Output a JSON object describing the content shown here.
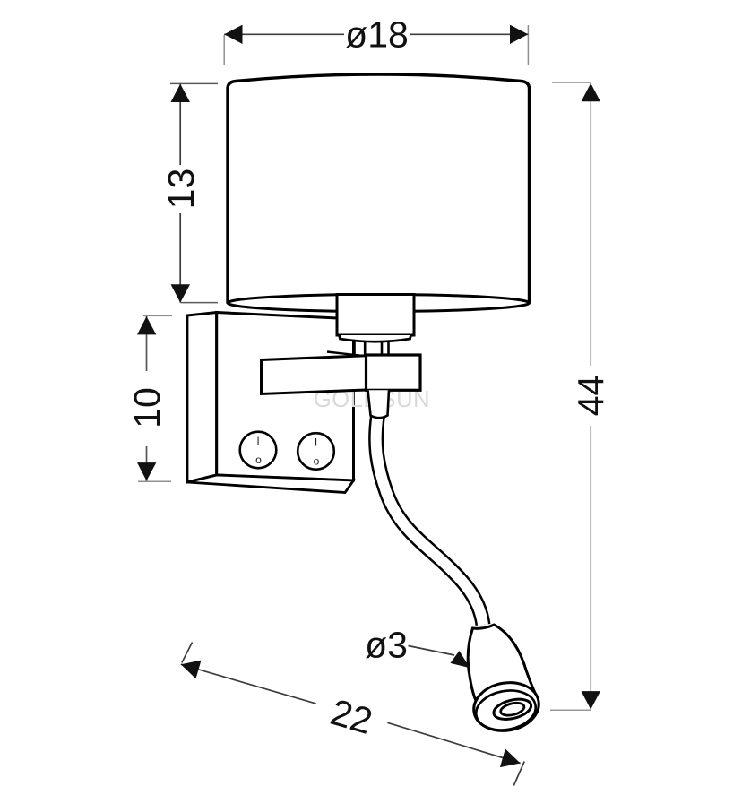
{
  "drawing": {
    "title": "wall-lamp-technical-drawing",
    "watermark": "GOLDSUN",
    "dimensions": {
      "shade_diameter": "ø18",
      "shade_height": "13",
      "bracket_height": "10",
      "total_height": "44",
      "reach": "22",
      "led_diameter": "ø3"
    },
    "switch_markings": {
      "on": "I",
      "off": "o"
    },
    "colors": {
      "outline": "#000000",
      "dimension_line": "#3d3d3d",
      "extension_tick": "#8f8f8f",
      "watermark": "#d9d9d9",
      "background": "#ffffff"
    }
  }
}
